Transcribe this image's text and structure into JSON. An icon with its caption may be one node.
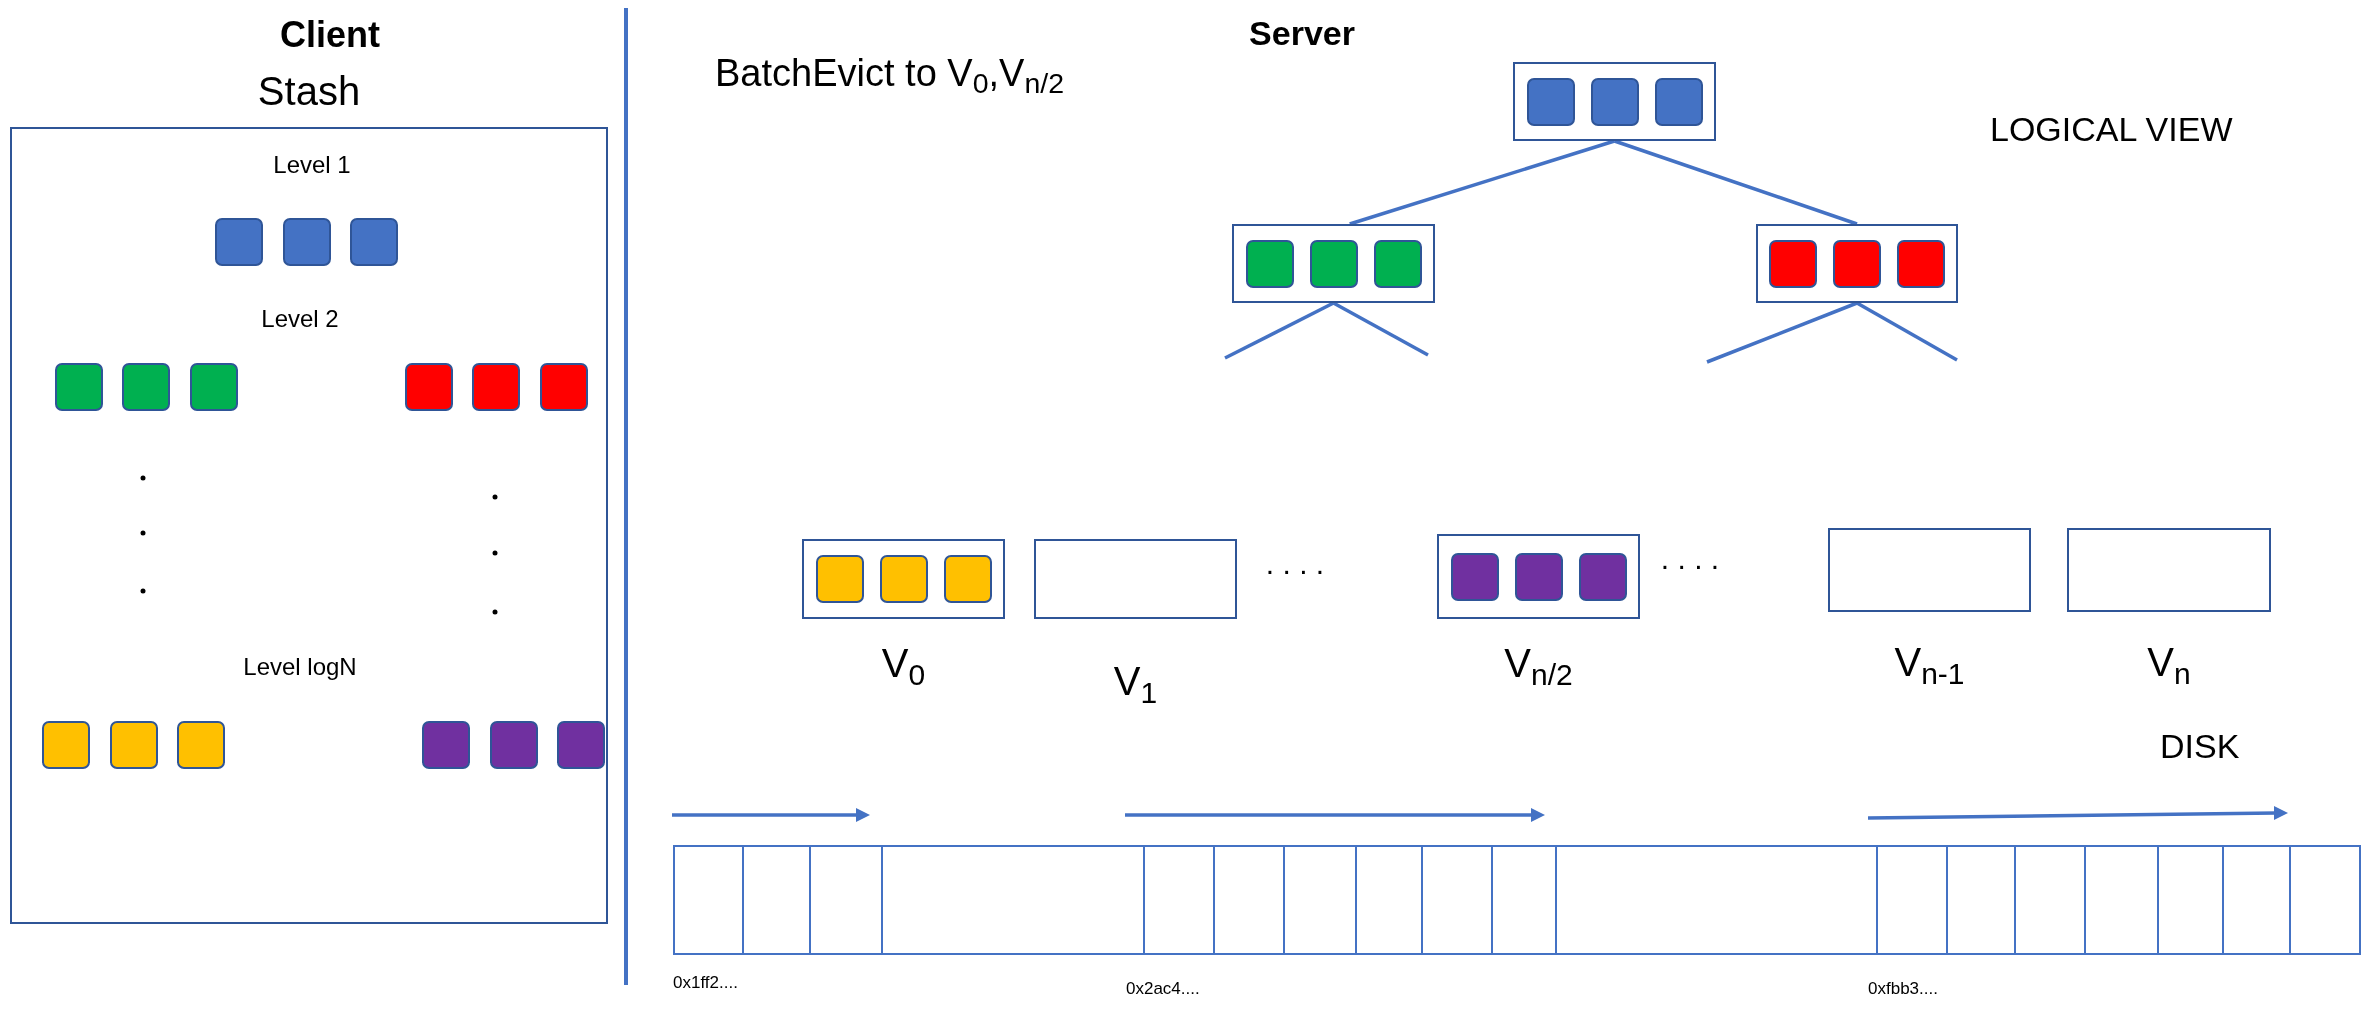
{
  "diagram": {
    "nodes": [
      {
        "text": [
          "Stash"
        ]
      },
      {
        "text": [],
        "shape": "box"
      },
      {
        "text": [],
        "shape": "box"
      },
      {
        "text": [],
        "shape": "box"
      },
      {
        "text": [],
        "shape": "box",
        "beside": [
          "V$_{0}$"
        ]
      },
      {
        "text": [],
        "shape": "box",
        "beside": [
          "V$_{1}$"
        ]
      },
      {
        "text": [],
        "shape": "box",
        "beside": [
          "V$_{n/2}$"
        ]
      },
      {
        "text": [],
        "shape": "box",
        "beside": [
          "V$_{n-1}$"
        ]
      },
      {
        "text": [],
        "shape": "box",
        "beside": [
          "V$_{n}$"
        ]
      },
      {
        "text": [],
        "shape": "bar"
      }
    ],
    "edges": [
      {
        "from": 1,
        "to": 2,
        "arrow": "none"
      },
      {
        "from": 1,
        "to": 3,
        "arrow": "none"
      },
      {
        "from": 2,
        "to": null,
        "arrow": "none"
      },
      {
        "from": 2,
        "to": null,
        "arrow": "none"
      },
      {
        "from": 3,
        "to": null,
        "arrow": "none"
      },
      {
        "from": 3,
        "to": null,
        "arrow": "none"
      }
    ],
    "labels": [
      "Client",
      "Server",
      "BatchEvict to V$_{0}$,V$_{n/2}$",
      "LOGICAL VIEW",
      "Level 1",
      "Level 2",
      "Level logN",
      ". . . .",
      ". . . .",
      "DISK",
      "0x1ff2....",
      "0x2ac4....",
      "0xfbb3...."
    ]
  }
}
